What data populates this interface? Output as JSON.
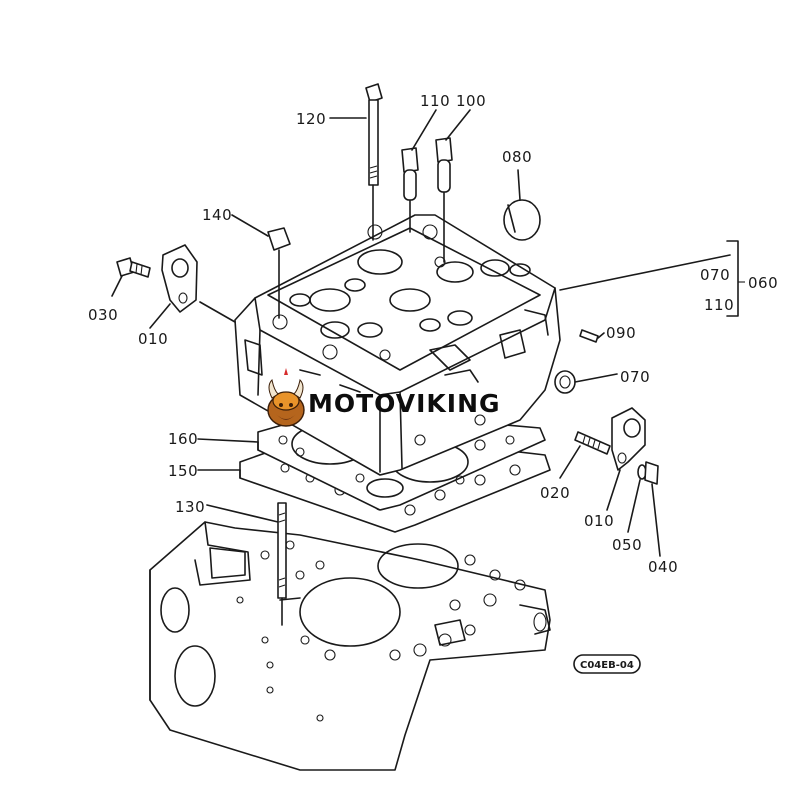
{
  "watermark": {
    "text": "MOTOVIKING",
    "accent_color": "#e8932a",
    "icon": "viking-mascot-icon"
  },
  "drawing_code": "C04EB-04",
  "labels": {
    "p120": "120",
    "p110a": "110",
    "p100": "100",
    "p080": "080",
    "p140": "140",
    "p030": "030",
    "p010a": "010",
    "p070a": "070",
    "p110b": "110",
    "p060": "060",
    "p090": "090",
    "p070b": "070",
    "p160": "160",
    "p150": "150",
    "p130": "130",
    "p020": "020",
    "p010b": "010",
    "p050": "050",
    "p040": "040"
  }
}
